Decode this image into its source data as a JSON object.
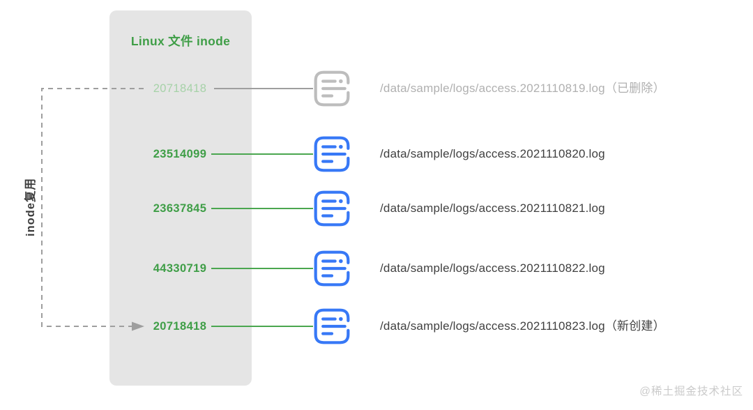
{
  "diagram": {
    "title": "Linux 文件 inode",
    "side_label": "inode复用",
    "watermark": "@稀土掘金技术社区"
  },
  "rows": [
    {
      "inode": "20718418",
      "path": "/data/sample/logs/access.2021110819.log（已删除）",
      "state": "deleted",
      "icon": "log-file-icon"
    },
    {
      "inode": "23514099",
      "path": "/data/sample/logs/access.2021110820.log",
      "state": "active",
      "icon": "log-file-icon"
    },
    {
      "inode": "23637845",
      "path": "/data/sample/logs/access.2021110821.log",
      "state": "active",
      "icon": "log-file-icon"
    },
    {
      "inode": "44330719",
      "path": "/data/sample/logs/access.2021110822.log",
      "state": "active",
      "icon": "log-file-icon"
    },
    {
      "inode": "20718418",
      "path": "/data/sample/logs/access.2021110823.log（新创建）",
      "state": "new",
      "icon": "log-file-icon"
    }
  ],
  "colors": {
    "green": "#3f9e47",
    "green_line": "#4aa64f",
    "green_faded": "#a6d2a8",
    "blue": "#3778f6",
    "gray_line": "#9e9e9e",
    "icon_gray": "#bdbdbd",
    "text_dark": "#404040",
    "text_gray": "#b0b0b0",
    "panel_bg": "#e5e5e5",
    "watermark_gray": "#cbcbcb"
  }
}
